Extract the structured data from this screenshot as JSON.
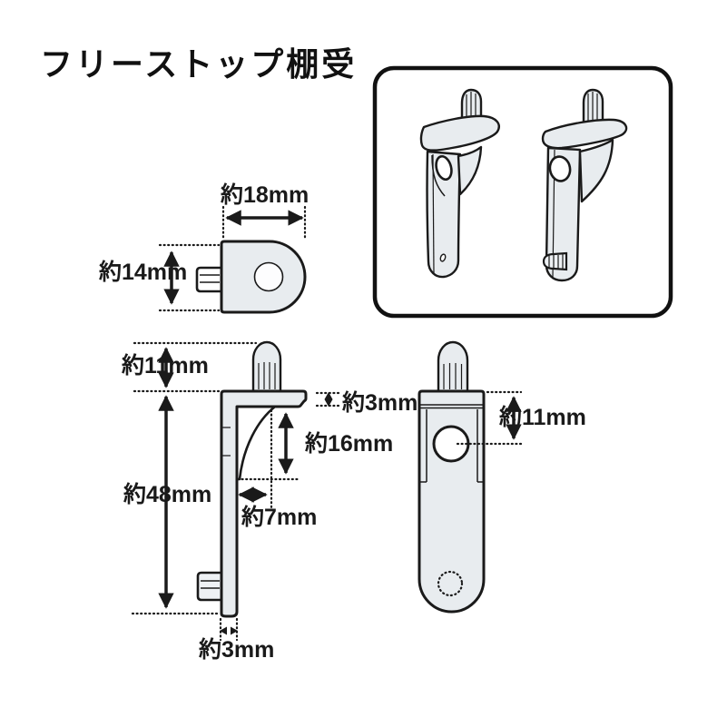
{
  "title": "フリーストップ棚受",
  "colors": {
    "outline": "#1a1a1a",
    "part_fill": "#e8ecef",
    "background": "#ffffff"
  },
  "overview_box": {
    "illustrations": [
      "bracket-isometric-front",
      "bracket-isometric-side"
    ]
  },
  "dimension_labels": {
    "top_view_width": "約18mm",
    "top_view_depth": "約14mm",
    "side_peg_height": "約11mm",
    "side_body_height": "約48mm",
    "side_shelf_thickness": "約3mm",
    "side_gusset_height": "約16mm",
    "side_gusset_depth": "約7mm",
    "side_plate_thickness": "約3mm",
    "front_hole_offset": "約11mm"
  }
}
